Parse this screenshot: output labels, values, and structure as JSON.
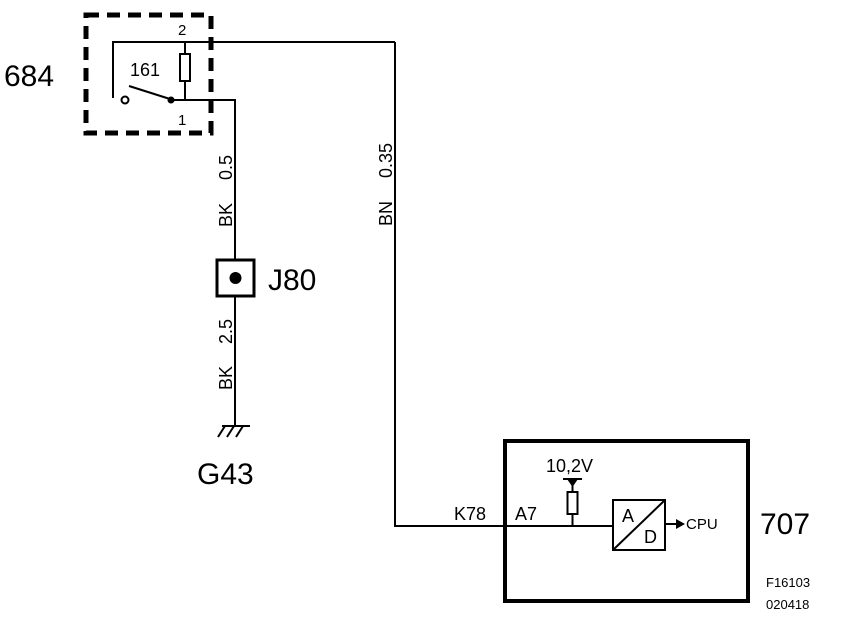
{
  "components": {
    "switch_module": {
      "id": "684",
      "switch_label": "161",
      "pin_top": "2",
      "pin_bottom": "1"
    },
    "junction": {
      "id": "J80"
    },
    "ground": {
      "id": "G43"
    },
    "control_unit": {
      "id": "707",
      "supply": "10,2V",
      "adc_a": "A",
      "adc_d": "D",
      "cpu": "CPU",
      "pin": "A7"
    }
  },
  "wires": {
    "left_upper": {
      "color": "BK",
      "gauge": "0.5"
    },
    "left_lower": {
      "color": "BK",
      "gauge": "2.5"
    },
    "right": {
      "color": "BN",
      "gauge": "0.35",
      "connector": "K78"
    }
  },
  "figure": {
    "code": "F16103",
    "date": "020418"
  }
}
